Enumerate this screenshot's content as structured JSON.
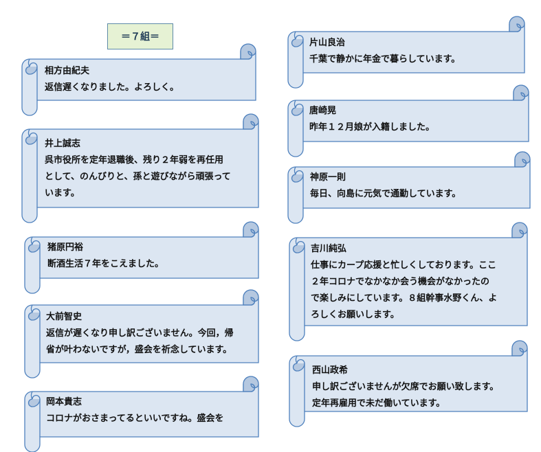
{
  "header": {
    "title": "＝７組＝"
  },
  "left": [
    {
      "name": "相方由紀夫",
      "message": "返信遅くなりました。よろしく。"
    },
    {
      "name": "井上誠志",
      "message": "呉市役所を定年退職後、残り２年弱を再任用\nとして、のんびりと、孫と遊びながら頑張って\nいます。"
    },
    {
      "name": "猪原円裕",
      "message": "断酒生活７年をこえました。"
    },
    {
      "name": "大前智史",
      "message": "返信が遅くなり申し訳ございません。今回，帰\n省が叶わないですが，盛会を祈念しています。"
    },
    {
      "name": "岡本貴志",
      "message": "コロナがおさまってるといいですね。盛会を"
    }
  ],
  "right": [
    {
      "name": "片山良治",
      "message": "千葉で静かに年金で暮らしています。"
    },
    {
      "name": "唐崎晃",
      "message": "昨年１２月娘が入籍しました。"
    },
    {
      "name": "神原一則",
      "message": "毎日、向島に元気で通勤しています。"
    },
    {
      "name": "吉川純弘",
      "message": "仕事にカープ応援と忙しくしております。ここ\n２年コロナでなかなか会う機会がなかったの\nで楽しみにしています。８組幹事水野くん、よ\nろしくお願いします。"
    },
    {
      "name": "西山政希",
      "message": "申し訳ございませんが欠席でお願い致します。\n定年再雇用で未だ働いています。"
    }
  ]
}
